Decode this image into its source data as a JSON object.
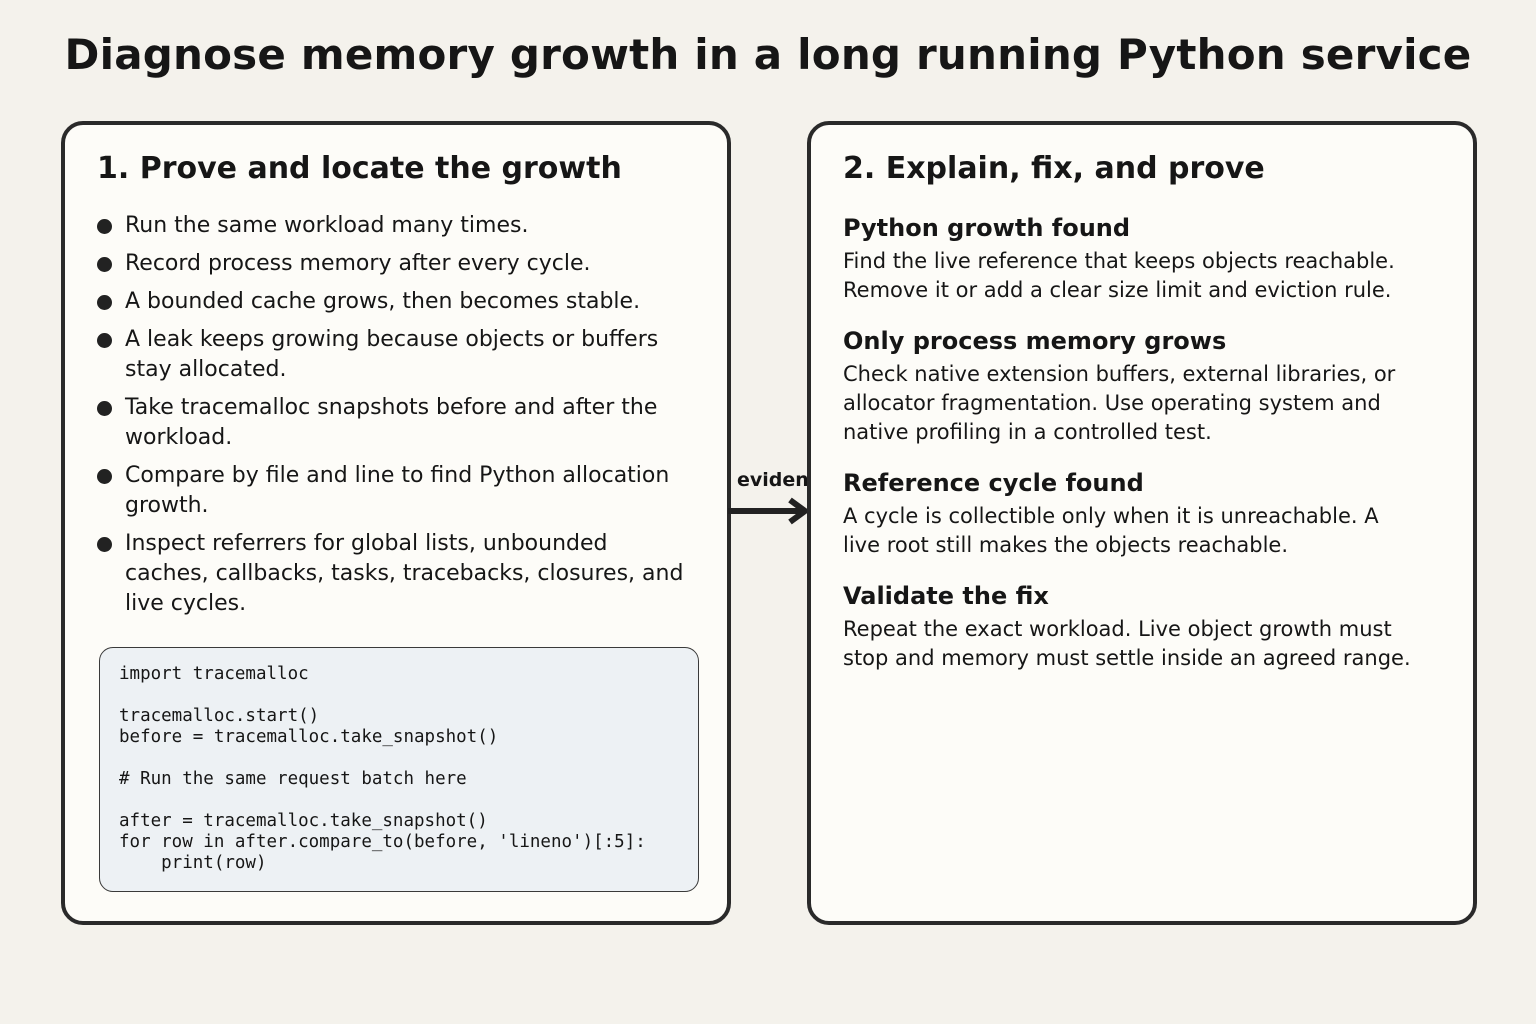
{
  "title": "Diagnose memory growth in a long running Python service",
  "left_panel": {
    "heading": "1. Prove and locate the growth",
    "bullets": [
      "Run the same workload many times.",
      "Record process memory after every cycle.",
      "A bounded cache grows, then becomes stable.",
      "A leak keeps growing because objects or buffers stay allocated.",
      "Take tracemalloc snapshots before and after the workload.",
      "Compare by file and line to find Python allocation growth.",
      "Inspect referrers for global lists, unbounded caches, callbacks, tasks, tracebacks, closures, and live cycles."
    ],
    "code": "import tracemalloc\n\ntracemalloc.start()\nbefore = tracemalloc.take_snapshot()\n\n# Run the same request batch here\n\nafter = tracemalloc.take_snapshot()\nfor row in after.compare_to(before, 'lineno')[:5]:\n    print(row)"
  },
  "connector": {
    "label": "evidence"
  },
  "right_panel": {
    "heading": "2. Explain, fix, and prove",
    "sections": [
      {
        "title": "Python growth found",
        "body": "Find the live reference that keeps objects reachable. Remove it or add a clear size limit and eviction rule."
      },
      {
        "title": "Only process memory grows",
        "body": "Check native extension buffers, external libraries, or allocator fragmentation. Use operating system and native profiling in a controlled test."
      },
      {
        "title": "Reference cycle found",
        "body": "A cycle is collectible only when it is unreachable. A live root still makes the objects reachable."
      },
      {
        "title": "Validate the fix",
        "body": "Repeat the exact workload. Live object growth must stop and memory must settle inside an agreed range."
      }
    ]
  }
}
